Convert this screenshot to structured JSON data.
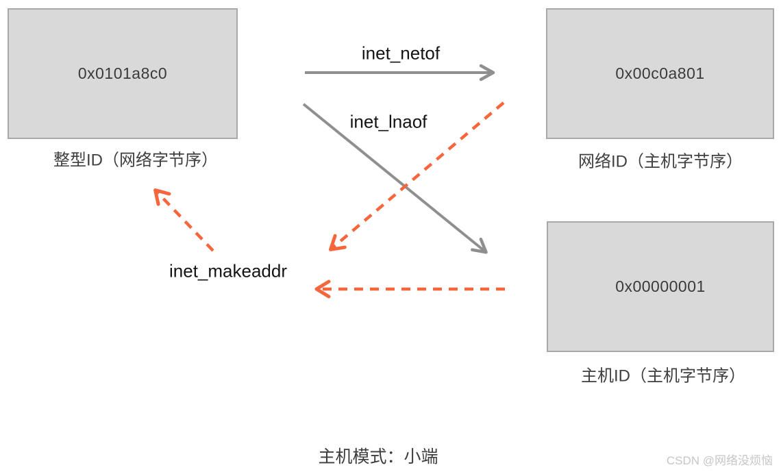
{
  "diagram": {
    "nodes": {
      "integer": {
        "value": "0x0101a8c0",
        "label": "整型ID（网络字节序）"
      },
      "network": {
        "value": "0x00c0a801",
        "label": "网络ID（主机字节序）"
      },
      "host": {
        "value": "0x00000001",
        "label": "主机ID（主机字节序）"
      }
    },
    "functions": {
      "netof": "inet_netof",
      "lnaof": "inet_lnaof",
      "makeaddr": "inet_makeaddr"
    },
    "note": "主机模式：小端",
    "watermark": "CSDN @网络没烦恼",
    "colors": {
      "solid_arrow": "#8f8f8f",
      "dashed_arrow": "#f5663d",
      "box_fill": "#d9d9d9",
      "box_border": "#a8a8a8",
      "text_dark": "#141414",
      "label_gray": "#3f3f3f",
      "watermark_gray": "#c6c6c6"
    }
  }
}
